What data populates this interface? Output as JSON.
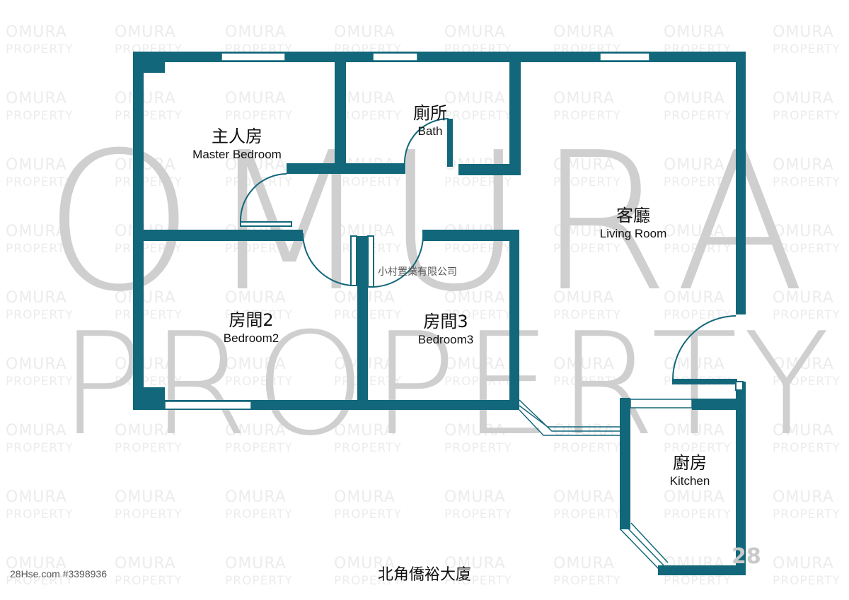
{
  "watermark": {
    "tile_line1": "OMURA",
    "tile_line2": "PROPERTY",
    "big_line1": "OMURA",
    "big_line2": "PROPERTY"
  },
  "colors": {
    "wall": "#12677a",
    "window": "#12677a",
    "background": "#ffffff"
  },
  "rooms": {
    "master": {
      "zh": "主人房",
      "en": "Master Bedroom"
    },
    "bath": {
      "zh": "廁所",
      "en": "Bath"
    },
    "living": {
      "zh": "客廳",
      "en": "Living Room"
    },
    "bedroom2": {
      "zh": "房間2",
      "en": "Bedroom2"
    },
    "bedroom3": {
      "zh": "房間3",
      "en": "Bedroom3"
    },
    "kitchen": {
      "zh": "廚房",
      "en": "Kitchen"
    }
  },
  "company": "小村置業有限公司",
  "building_name": "北角僑裕大廈",
  "listing_id": "28Hse.com #3398936",
  "corner_text": "28"
}
